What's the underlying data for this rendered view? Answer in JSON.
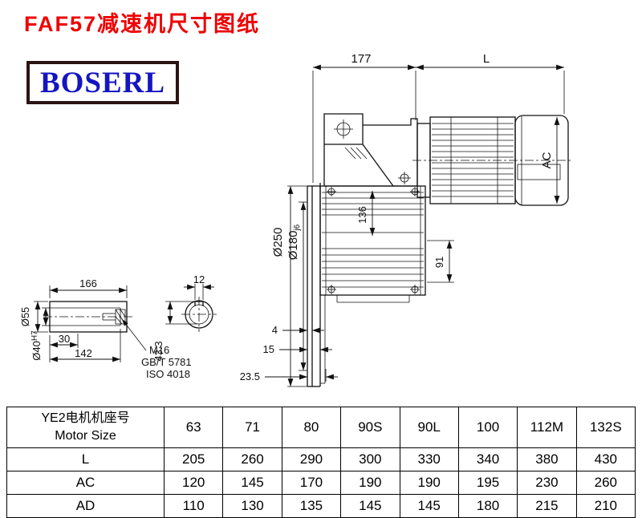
{
  "title": "FAF57减速机尺寸图纸",
  "logo": "BOSERL",
  "drawing": {
    "dim_177": "177",
    "dim_L": "L",
    "dim_AC": "AC",
    "dim_d250": "Ø250",
    "dim_d180": "Ø180",
    "dim_d180_tol": "j6",
    "dim_136": "136",
    "dim_91": "91",
    "dim_4": "4",
    "dim_15": "15",
    "dim_23_5": "23.5",
    "dim_166": "166",
    "dim_12": "12",
    "dim_30": "30",
    "dim_142": "142",
    "dim_d55": "Ø55",
    "dim_d40": "Ø40",
    "dim_d40_tol": "H7",
    "dim_43_3": "43.3",
    "note_m16": "M16",
    "note_gbt": "GB/T 5781",
    "note_iso": "ISO 4018"
  },
  "table": {
    "header": {
      "label_cn": "YE2电机机座号",
      "label_en": "Motor Size",
      "sizes": [
        "63",
        "71",
        "80",
        "90S",
        "90L",
        "100",
        "112M",
        "132S"
      ]
    },
    "rows": [
      {
        "label": "L",
        "values": [
          "205",
          "260",
          "290",
          "300",
          "330",
          "340",
          "380",
          "430"
        ]
      },
      {
        "label": "AC",
        "values": [
          "120",
          "145",
          "170",
          "190",
          "190",
          "195",
          "230",
          "260"
        ]
      },
      {
        "label": "AD",
        "values": [
          "110",
          "130",
          "135",
          "145",
          "145",
          "180",
          "215",
          "210"
        ]
      }
    ]
  }
}
